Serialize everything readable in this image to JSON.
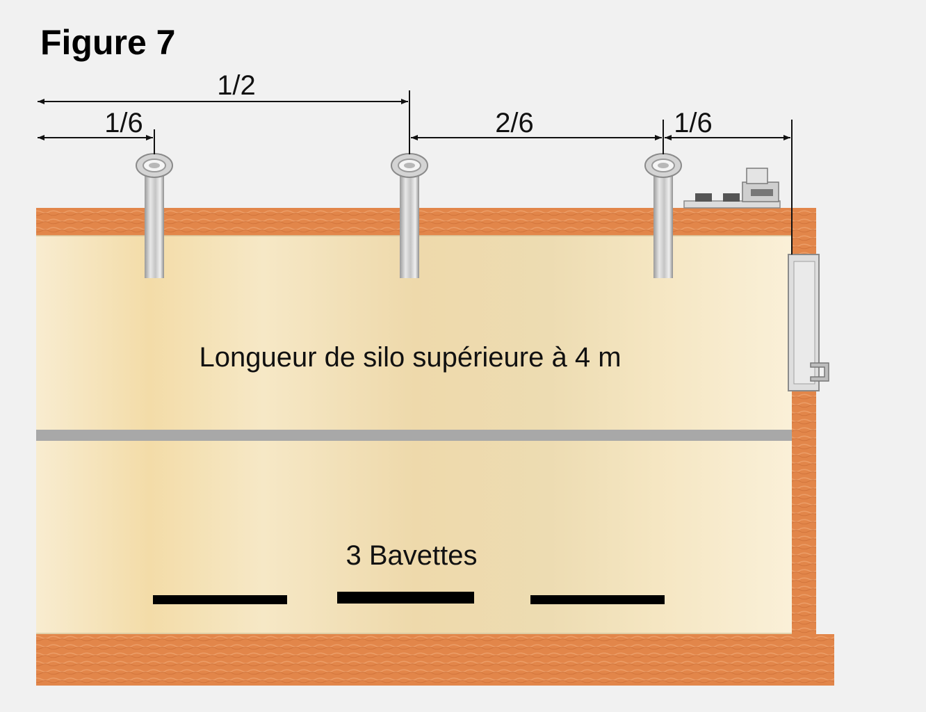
{
  "figure": {
    "title": "Figure 7"
  },
  "dimensions": {
    "half": "1/2",
    "left_sixth": "1/6",
    "two_sixths": "2/6",
    "right_sixth": "1/6"
  },
  "silo": {
    "length_label": "Longueur de silo supérieure à 4 m",
    "bavettes_label": "3 Bavettes",
    "bavettes_count": 3
  },
  "colors": {
    "background": "#f1f1f1",
    "wall": "#e2864a",
    "wall_dark": "#c86a32",
    "silo_fill": "#f3e2b8",
    "divider": "#a8a8a8",
    "bavette": "#000000",
    "pipe": "#bdbdbd"
  }
}
